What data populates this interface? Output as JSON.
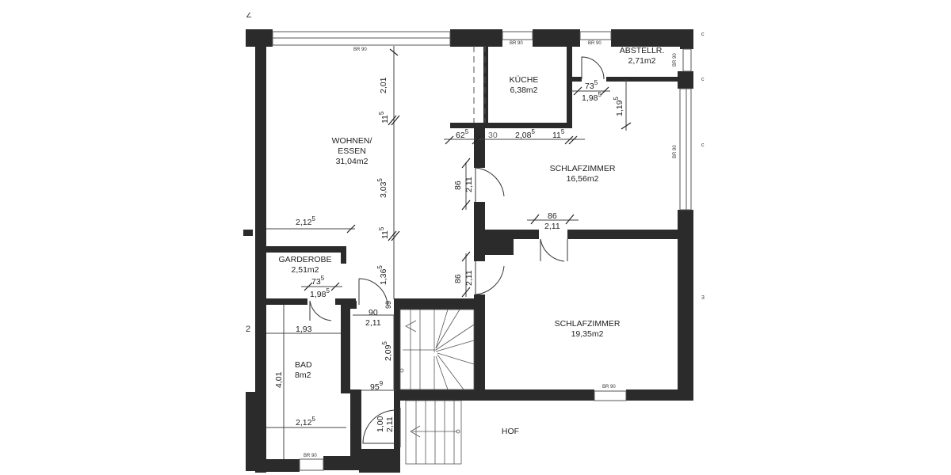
{
  "plan": {
    "wall_color": "#2b2b2b",
    "background": "#ffffff"
  },
  "rooms": {
    "wohnen": {
      "name": "WOHNEN/",
      "name2": "ESSEN",
      "area": "31,04m2"
    },
    "kueche": {
      "name": "KÜCHE",
      "area": "6,38m2"
    },
    "abstell": {
      "name": "ABSTELLR.",
      "area": "2,71m2"
    },
    "schlaf1": {
      "name": "SCHLAFZIMMER",
      "area": "16,56m2"
    },
    "schlaf2": {
      "name": "SCHLAFZIMMER",
      "area": "19,35m2"
    },
    "garderobe": {
      "name": "GARDEROBE",
      "area": "2,51m2"
    },
    "bad": {
      "name": "BAD",
      "area": "8m2"
    },
    "hof": {
      "name": "HOF"
    }
  },
  "windows": {
    "wohnen_top": "BR 90",
    "kueche_top": "BR 90",
    "abstell_top": "BR 90",
    "abstell_right": "BR 90",
    "schlaf1_right": "BR 90",
    "schlaf2_bottom": "BR 90",
    "bad_bottom": "BR 90"
  },
  "dimensions": {
    "wohnen_h1": "2,01",
    "wohnen_11a": "11",
    "wohnen_11a_sup": "5",
    "wohnen_h2": "3,03",
    "wohnen_h2_sup": "5",
    "wohnen_11b": "11",
    "wohnen_11b_sup": "5",
    "wohnen_h3": "1,36",
    "wohnen_h3_sup": "5",
    "wohnen_w": "2,12",
    "wohnen_w_sup": "5",
    "d62": "62",
    "d62_sup": "5",
    "d30": "30",
    "d208": "2,08",
    "d208_sup": "5",
    "d11c": "11",
    "d11c_sup": "5",
    "abst_door_w": "73",
    "abst_door_w_sup": "5",
    "abst_door_h": "1,98",
    "abst_door_h_sup": "5",
    "abst_119": "1,19",
    "abst_119_sup": "5",
    "s1_door_w": "86",
    "s1_door_h": "2,11",
    "s1_door2_w": "86",
    "s1_door2_h": "2,11",
    "s2_door_w": "86",
    "s2_door_h": "2,11",
    "gard_door_w": "73",
    "gard_door_w_sup": "5",
    "gard_door_h": "1,98",
    "gard_door_h_sup": "5",
    "hall_90": "90",
    "hall_211": "2,11",
    "hall_99": "99",
    "bad_193": "1,93",
    "bad_401": "4,01",
    "bad_2125": "2,12",
    "bad_2125_sup": "5",
    "hall_2095": "2,09",
    "hall_2095_sup": "5",
    "hall_959": "95",
    "hall_959_sup": "9",
    "entry_100": "1,00",
    "entry_211": "2,11"
  },
  "margin_marks": {
    "left_2": "2",
    "right_marks": [
      "c",
      "c",
      "c",
      "3"
    ],
    "top_left": "∠"
  }
}
